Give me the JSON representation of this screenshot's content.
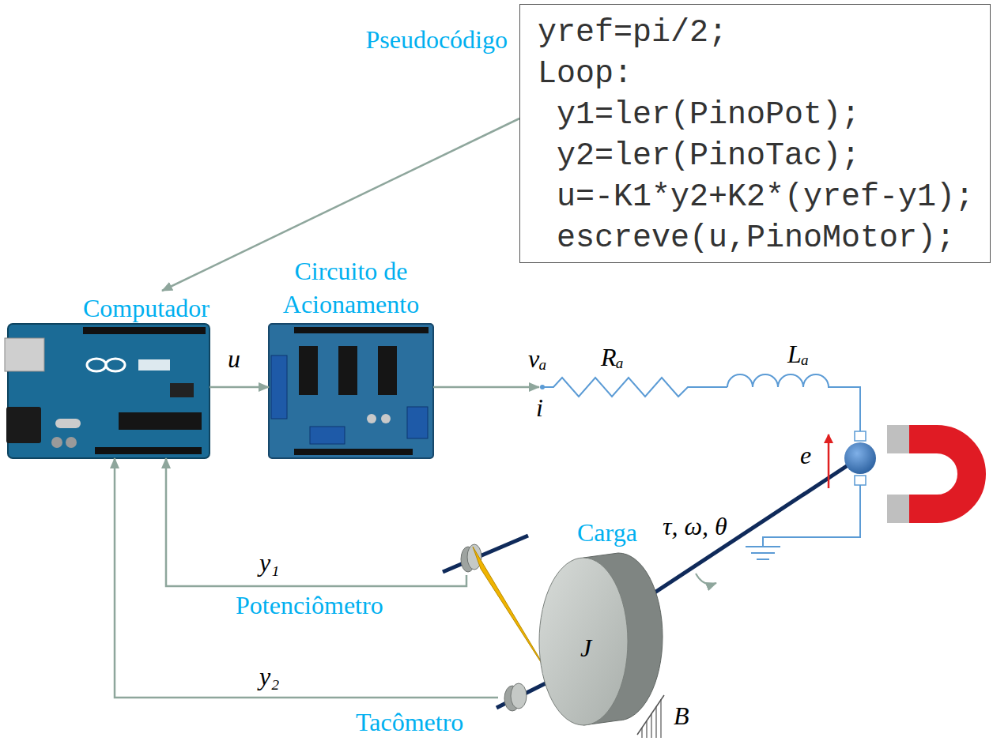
{
  "diagram": {
    "nodes": [
      {
        "text": [
          "Pseudocódigo",
          "yref=pi/2;",
          "Loop:",
          "y1=ler(PinoPot);",
          "y2=ler(PinoTac);",
          "u=-K1*y2+K2*(yref-y1);",
          "escreve(u,PinoMotor);"
        ]
      },
      {
        "text": [
          "Computador"
        ]
      },
      {
        "text": [
          "Circuito de Acionamento"
        ]
      },
      {
        "text": [
          "Carga",
          "J"
        ]
      },
      {
        "text": [
          "Potenciômetro"
        ]
      },
      {
        "text": [
          "Tacômetro"
        ]
      }
    ],
    "edges": [
      {
        "from": 0,
        "to": 1,
        "arrow": "to"
      },
      {
        "from": 1,
        "to": 2,
        "label": "u",
        "arrow": "to"
      },
      {
        "from": 4,
        "to": 1,
        "label": "y₁",
        "arrow": "to"
      },
      {
        "from": 5,
        "to": 1,
        "label": "y₂",
        "arrow": "to"
      }
    ],
    "labels": [
      "vₐ",
      "i",
      "Rₐ",
      "Lₐ",
      "e",
      "τ, ω, θ",
      "B"
    ]
  }
}
